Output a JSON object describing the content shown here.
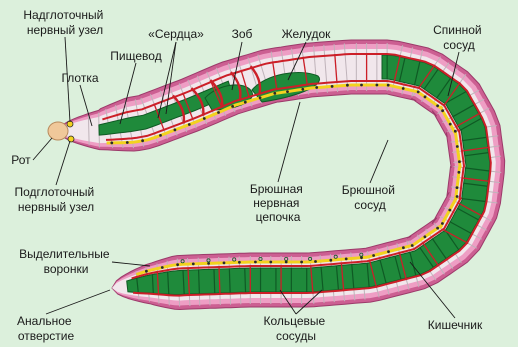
{
  "colors": {
    "background": "#dcf0dc",
    "skin": "#cc5f92",
    "skin_light": "#ee9ec4",
    "body_cavity": "#f1e7ec",
    "septa": "#bfb3ba",
    "gut": "#1f8a3b",
    "gut_dark": "#0f5a24",
    "vessel": "#cc1f28",
    "nerve_cord": "#f2d21f",
    "nerve_dots": "#2a2a2a",
    "head_tip": "#f0c89a",
    "leader": "#1a1a1a"
  },
  "labels": {
    "supra_ganglion": [
      "Надглоточный",
      "нервный узел"
    ],
    "hearts": "«Сердца»",
    "pharynx_esoph": "Пищевод",
    "crop": "Зоб",
    "gizzard": "Желудок",
    "dorsal_vessel": [
      "Спинной",
      "сосуд"
    ],
    "pharynx": "Глотка",
    "mouth": "Рот",
    "sub_ganglion": [
      "Подглоточный",
      "нервный узел"
    ],
    "ventral_nerve": [
      "Брюшная",
      "нервная",
      "цепочка"
    ],
    "ventral_vessel": [
      "Брюшной",
      "сосуд"
    ],
    "nephrostomes": [
      "Выделительные",
      "воронки"
    ],
    "anus": [
      "Анальное",
      "отверстие"
    ],
    "ring_vessels": [
      "Кольцевые",
      "сосуды"
    ],
    "intestine": "Кишечник"
  }
}
